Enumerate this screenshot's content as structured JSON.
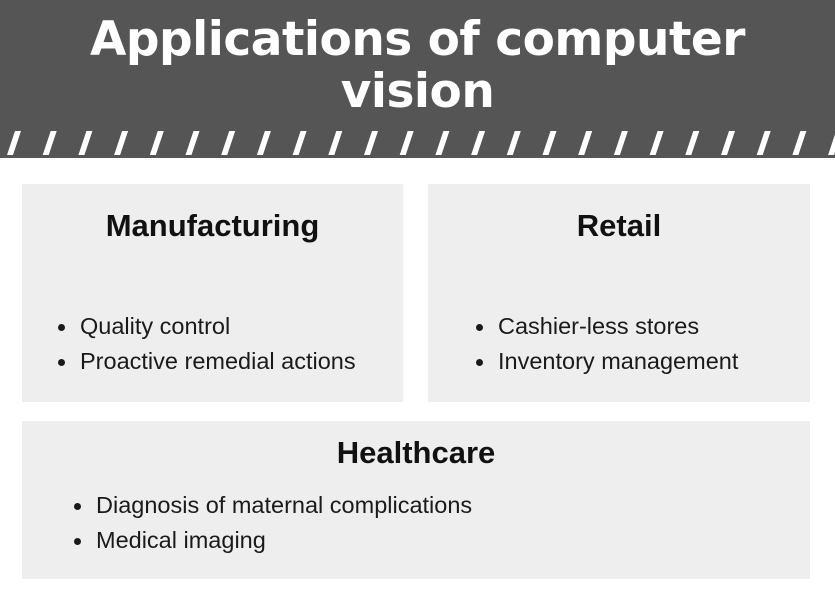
{
  "header": {
    "title_line1": "Applications of computer",
    "title_line2": "vision",
    "background_color": "#555555",
    "text_color": "#ffffff"
  },
  "cards": {
    "manufacturing": {
      "heading": "Manufacturing",
      "items": [
        "Quality control",
        "Proactive remedial actions"
      ]
    },
    "retail": {
      "heading": "Retail",
      "items": [
        "Cashier-less stores",
        "Inventory management"
      ]
    },
    "healthcare": {
      "heading": "Healthcare",
      "items": [
        "Diagnosis of maternal complications",
        "Medical imaging"
      ]
    },
    "card_color": "#eeeeee"
  }
}
